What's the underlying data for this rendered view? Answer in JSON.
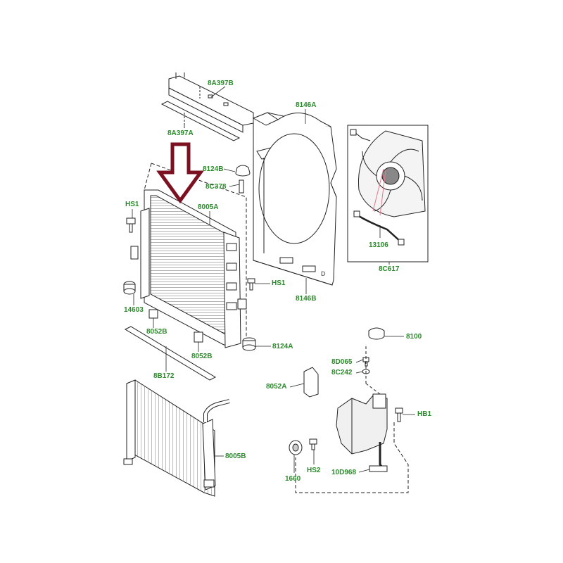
{
  "colors": {
    "label": "#2a8a2a",
    "line": "#222222",
    "arrow": "#7a1020",
    "callout": "#e8788a",
    "part_fill": "#ffffff",
    "part_shade": "#e6e6e6"
  },
  "callouts": [
    {
      "id": "8a397b-top",
      "text": "8A397B"
    },
    {
      "id": "8a397a",
      "text": "8A397A"
    },
    {
      "id": "8146a-top",
      "text": "8146A"
    },
    {
      "id": "8124b",
      "text": "8124B"
    },
    {
      "id": "8c378",
      "text": "8C378"
    },
    {
      "id": "hs1-left",
      "text": "HS1"
    },
    {
      "id": "8005a",
      "text": "8005A"
    },
    {
      "id": "hs1-right",
      "text": "HS1"
    },
    {
      "id": "14603",
      "text": "14603"
    },
    {
      "id": "8146b",
      "text": "8146B"
    },
    {
      "id": "8052b-left",
      "text": "8052B"
    },
    {
      "id": "8052b-right",
      "text": "8052B"
    },
    {
      "id": "8124a",
      "text": "8124A"
    },
    {
      "id": "8b172",
      "text": "8B172"
    },
    {
      "id": "13106",
      "text": "13106"
    },
    {
      "id": "8c617",
      "text": "8C617"
    },
    {
      "id": "8100",
      "text": "8100"
    },
    {
      "id": "8d065",
      "text": "8D065"
    },
    {
      "id": "8c242",
      "text": "8C242"
    },
    {
      "id": "8052a",
      "text": "8052A"
    },
    {
      "id": "hb1",
      "text": "HB1"
    },
    {
      "id": "8005b",
      "text": "8005B"
    },
    {
      "id": "1660",
      "text": "1660"
    },
    {
      "id": "hs2",
      "text": "HS2"
    },
    {
      "id": "10d968",
      "text": "10D968"
    }
  ],
  "inset_marker": "D"
}
